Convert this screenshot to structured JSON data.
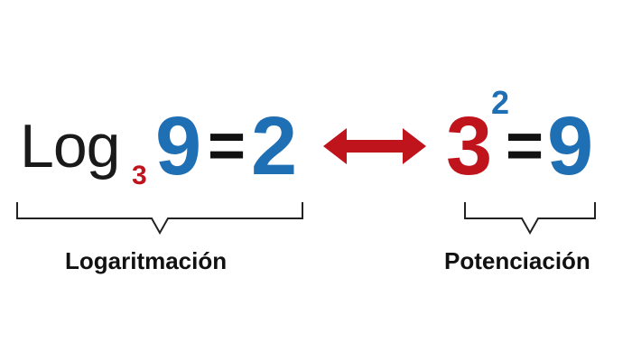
{
  "colors": {
    "blue": "#1f6fb5",
    "red": "#c0141c",
    "black": "#111111"
  },
  "logarithm": {
    "word": "Log",
    "base": "3",
    "argument": "9",
    "equals": "=",
    "result": "2",
    "caption": "Logaritmación"
  },
  "power": {
    "base": "3",
    "exponent": "2",
    "equals": "=",
    "result": "9",
    "caption": "Potenciación"
  },
  "connector": {
    "icon": "double-arrow-icon"
  }
}
